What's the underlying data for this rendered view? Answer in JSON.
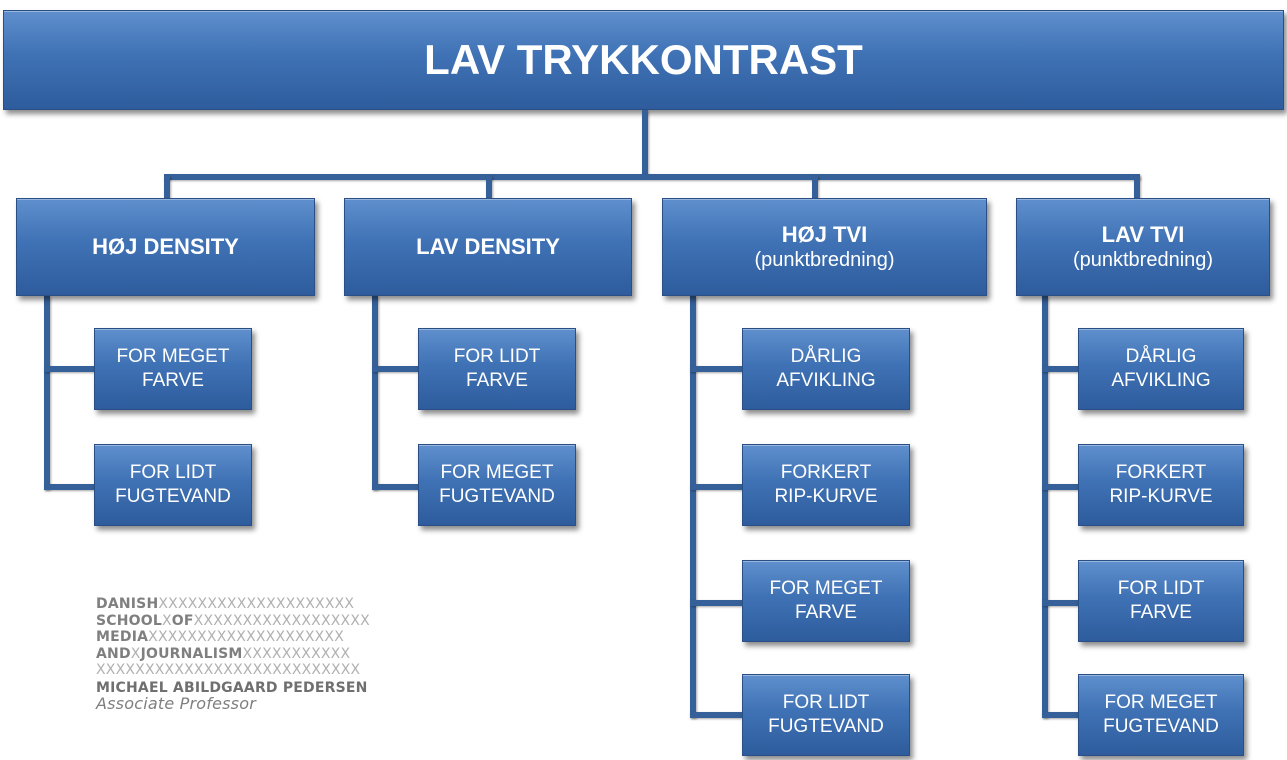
{
  "title": "LAV TRYKKONTRAST",
  "columns": [
    {
      "heading": "HØJ DENSITY",
      "subheading": "",
      "items": [
        [
          "FOR MEGET",
          "FARVE"
        ],
        [
          "FOR LIDT",
          "FUGTEVAND"
        ]
      ]
    },
    {
      "heading": "LAV DENSITY",
      "subheading": "",
      "items": [
        [
          "FOR LIDT",
          "FARVE"
        ],
        [
          "FOR MEGET",
          "FUGTEVAND"
        ]
      ]
    },
    {
      "heading": "HØJ TVI",
      "subheading": "(punktbredning)",
      "items": [
        [
          "DÅRLIG",
          "AFVIKLING"
        ],
        [
          "FORKERT",
          "RIP-KURVE"
        ],
        [
          "FOR MEGET",
          "FARVE"
        ],
        [
          "FOR LIDT",
          "FUGTEVAND"
        ]
      ]
    },
    {
      "heading": "LAV TVI",
      "subheading": "(punktbredning)",
      "items": [
        [
          "DÅRLIG",
          "AFVIKLING"
        ],
        [
          "FORKERT",
          "RIP-KURVE"
        ],
        [
          "FOR LIDT",
          "FARVE"
        ],
        [
          "FOR MEGET",
          "FUGTEVAND"
        ]
      ]
    }
  ],
  "logo": {
    "lines": [
      {
        "bold": "DANISH",
        "x": "XXXXXXXXXXXXXXXXXXXX"
      },
      {
        "bold": "SCHOOL",
        "x1": "X",
        "bold2": "OF",
        "x": "XXXXXXXXXXXXXXXXXX"
      },
      {
        "bold": "MEDIA",
        "x": "XXXXXXXXXXXXXXXXXXXX"
      },
      {
        "bold": "AND",
        "x1": "X",
        "bold2": "JOURNALISM",
        "x": "XXXXXXXXXXX"
      },
      {
        "bold": "",
        "x": "XXXXXXXXXXXXXXXXXXXXXXXXXXX"
      }
    ],
    "author": "MICHAEL ABILDGAARD PEDERSEN",
    "role": "Associate Professor"
  }
}
